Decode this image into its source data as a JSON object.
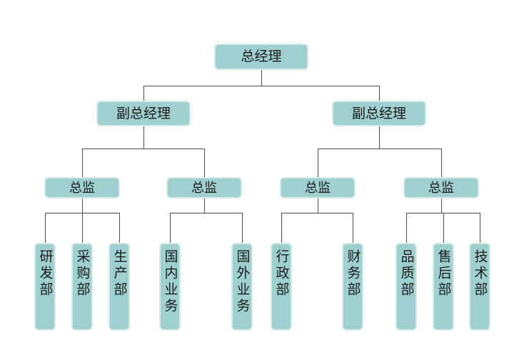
{
  "org_chart": {
    "root": {
      "label": "总经理"
    },
    "deputies": [
      {
        "label": "副总经理"
      },
      {
        "label": "副总经理"
      }
    ],
    "directors": [
      {
        "label": "总监"
      },
      {
        "label": "总监"
      },
      {
        "label": "总监"
      },
      {
        "label": "总监"
      }
    ],
    "departments": [
      {
        "label": "研发部"
      },
      {
        "label": "采购部"
      },
      {
        "label": "生产部"
      },
      {
        "label": "国内业务"
      },
      {
        "label": "国外业务"
      },
      {
        "label": "行政部"
      },
      {
        "label": "财务部"
      },
      {
        "label": "品质部"
      },
      {
        "label": "售后部"
      },
      {
        "label": "技术部"
      }
    ],
    "colors": {
      "node_fill": "#9fd0d0",
      "node_border": "#d4ebe9",
      "connector": "#4d4d4d",
      "text": "#1a1a1a",
      "background": "#ffffff"
    }
  }
}
